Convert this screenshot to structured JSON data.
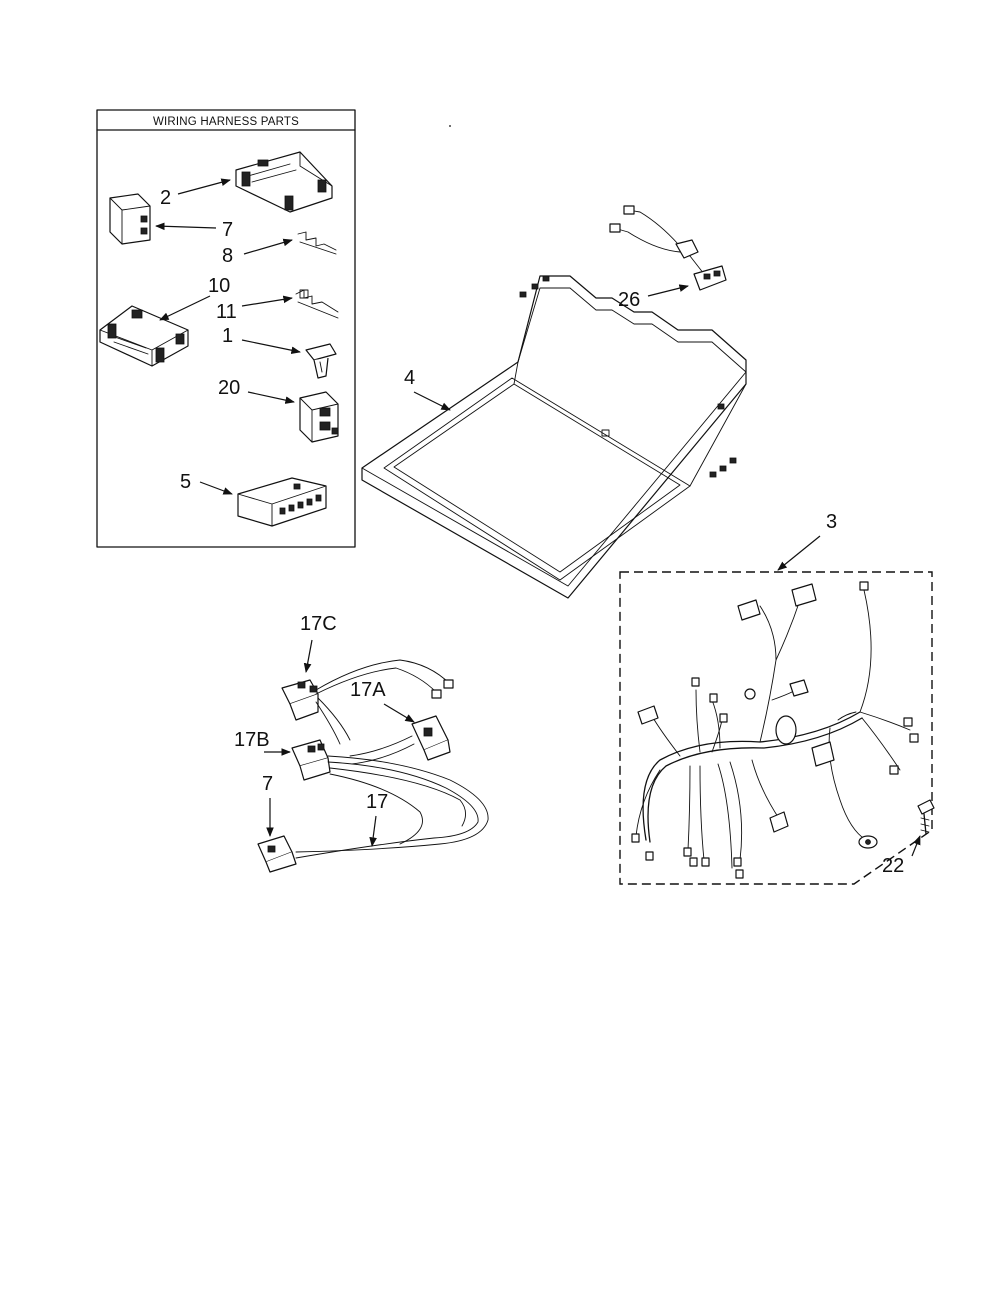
{
  "box": {
    "title": "WIRING HARNESS PARTS"
  },
  "callouts": {
    "c2": "2",
    "c7a": "7",
    "c8": "8",
    "c10": "10",
    "c11": "11",
    "c1": "1",
    "c20": "20",
    "c5": "5",
    "c4": "4",
    "c26": "26",
    "c3": "3",
    "c22": "22",
    "c17c": "17C",
    "c17a": "17A",
    "c17b": "17B",
    "c7b": "7",
    "c17": "17"
  }
}
